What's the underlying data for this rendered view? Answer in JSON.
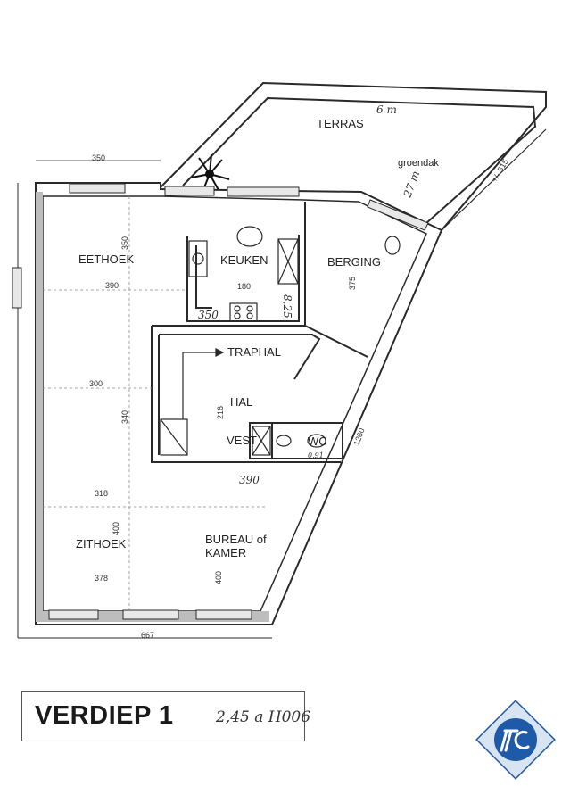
{
  "rooms": {
    "terras": "TERRAS",
    "eethoek": "EETHOEK",
    "keuken": "KEUKEN",
    "berging": "BERGING",
    "traphal": "TRAPHAL",
    "hal": "HAL",
    "vest": "VEST",
    "wc": "WC",
    "zithoek": "ZITHOEK",
    "bureau_line1": "BUREAU of",
    "bureau_line2": "KAMER"
  },
  "dimensions": {
    "top_width": "350",
    "eethoek_depth": "350",
    "eethoek_width": "390",
    "keuken_width": "180",
    "keuken_side": "8,25",
    "keuken_bottom": "350",
    "berging_depth": "375",
    "terras_side": "+/- 515",
    "left_mid_width": "300",
    "left_mid_depth": "340",
    "hal_width": "216",
    "diagonal_length": "1260",
    "hal_bottom": "390",
    "zithoek_width_top": "318",
    "zithoek_depth": "400",
    "zithoek_width_bottom": "378",
    "bureau_depth": "400",
    "total_width": "667",
    "wc_note": "0,91"
  },
  "annotations": {
    "terras_note": "6 m",
    "groendak": "groendak",
    "groendak_note": "27 m"
  },
  "title": {
    "label": "VERDIEP 1",
    "handwritten": "2,45 a H006"
  },
  "colors": {
    "wall": "#2a2a2a",
    "wall_fill": "#bdbdbd",
    "window_fill": "#e8e8e8",
    "logo_blue": "#1e5aa8"
  }
}
